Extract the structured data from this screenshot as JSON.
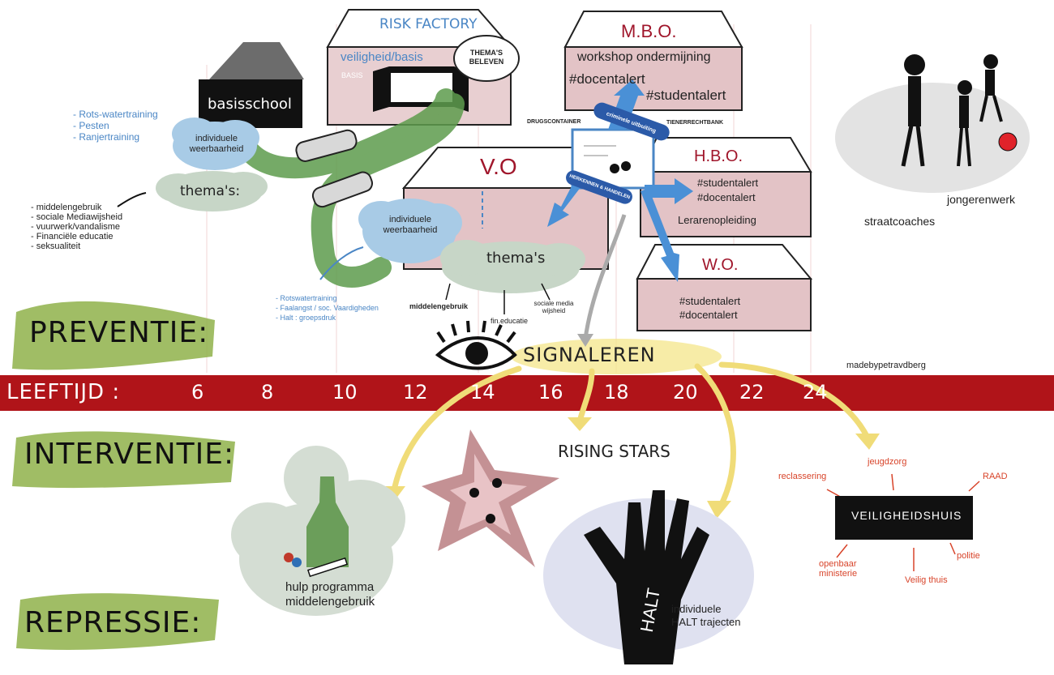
{
  "stages": {
    "preventie": "PREVENTIE:",
    "interventie": "INTERVENTIE:",
    "repressie": "REPRESSIE:"
  },
  "timeline": {
    "label": "LEEFTIJD :",
    "ages": [
      "6",
      "8",
      "10",
      "12",
      "14",
      "16",
      "18",
      "20",
      "22",
      "24"
    ],
    "color": "#b01419"
  },
  "preventie": {
    "basisschool": "basisschool",
    "left_trainings": [
      "- Rots-watertraining",
      "- Pesten",
      "- Ranjertraining"
    ],
    "cloud1_label": "individuele weerbaarheid",
    "themas1": "thema's:",
    "themas_list": [
      "- middelengebruik",
      "- sociale Mediawijsheid",
      "- vuurwerk/vandalisme",
      "- Financiële educatie",
      "- seksualiteit"
    ],
    "risk_factory": {
      "title": "RISK FACTORY",
      "subtitle": "veiligheid/basis",
      "basis": "BASIS",
      "bubble": "THEMA'S BELEVEN"
    },
    "vo": "V.O",
    "cloud2_label": "individuele weerbaarheid",
    "vo_trainings": [
      "- Rotswatertraining",
      "- Faalangst / soc. Vaardigheden",
      "- Halt : groepsdruk"
    ],
    "themas2": "thema's",
    "themas2_items": [
      "middelengebruik",
      "fin.educatie",
      "sociale media wijsheid"
    ],
    "mbo": {
      "title": "M.B.O.",
      "lines": [
        "workshop ondermijning",
        "#docentalert",
        "#studentalert"
      ]
    },
    "drugscontainer": "DRUGSCONTAINER",
    "tienerrechtbank": "TIENERRECHTBANK",
    "criminele_uitbuiting": "criminele uitbuiting",
    "herkennen": "HERKENNEN & HANDELEN",
    "hbo": {
      "title": "H.B.O.",
      "lines": [
        "#studentalert",
        "#docentalert",
        "Lerarenopleiding"
      ]
    },
    "wo": {
      "title": "W.O.",
      "lines": [
        "#studentalert",
        "#docentalert"
      ]
    },
    "straatcoaches": "straatcoaches",
    "jongerenwerk": "jongerenwerk",
    "signaleren": "SIGNALEREN",
    "credit": "madebypetravdberg"
  },
  "interventie": {
    "rising_stars": "RISING STARS",
    "hulp_programma": [
      "hulp programma",
      "middelengebruik"
    ],
    "halt_hand": "HALT",
    "halt_label": [
      "individuele",
      "HALT trajecten"
    ]
  },
  "veiligheidshuis": {
    "title": "VEILIGHEIDSHUIS",
    "partners": [
      "reclassering",
      "jeugdzorg",
      "RAAD",
      "openbaar ministerie",
      "Veilig thuis",
      "politie"
    ]
  }
}
